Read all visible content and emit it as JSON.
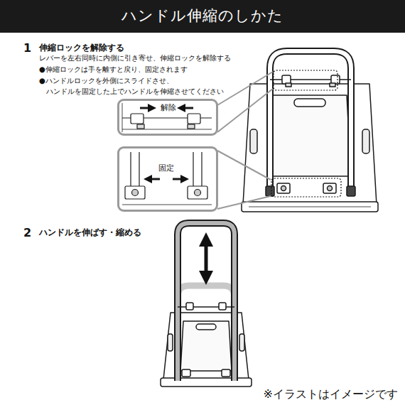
{
  "diagram": {
    "title": "ハンドル伸縮のしかた",
    "nodes": [
      {
        "text": [
          "解除"
        ]
      },
      {
        "text": [
          "固定"
        ]
      }
    ],
    "labels": [
      "1",
      "伸縮ロックを解除する",
      "レバーを左右同時に内側に引き寄せ、伸縮ロックを解除する",
      "●伸縮ロックは手を離すと戻り、固定されます",
      "●ハンドルロックを外側にスライドさせ、 ハンドルを固定した上でハンドルを伸縮させてください",
      "2",
      "ハンドルを伸ばす・縮める",
      "※イラストはイメージです"
    ]
  }
}
